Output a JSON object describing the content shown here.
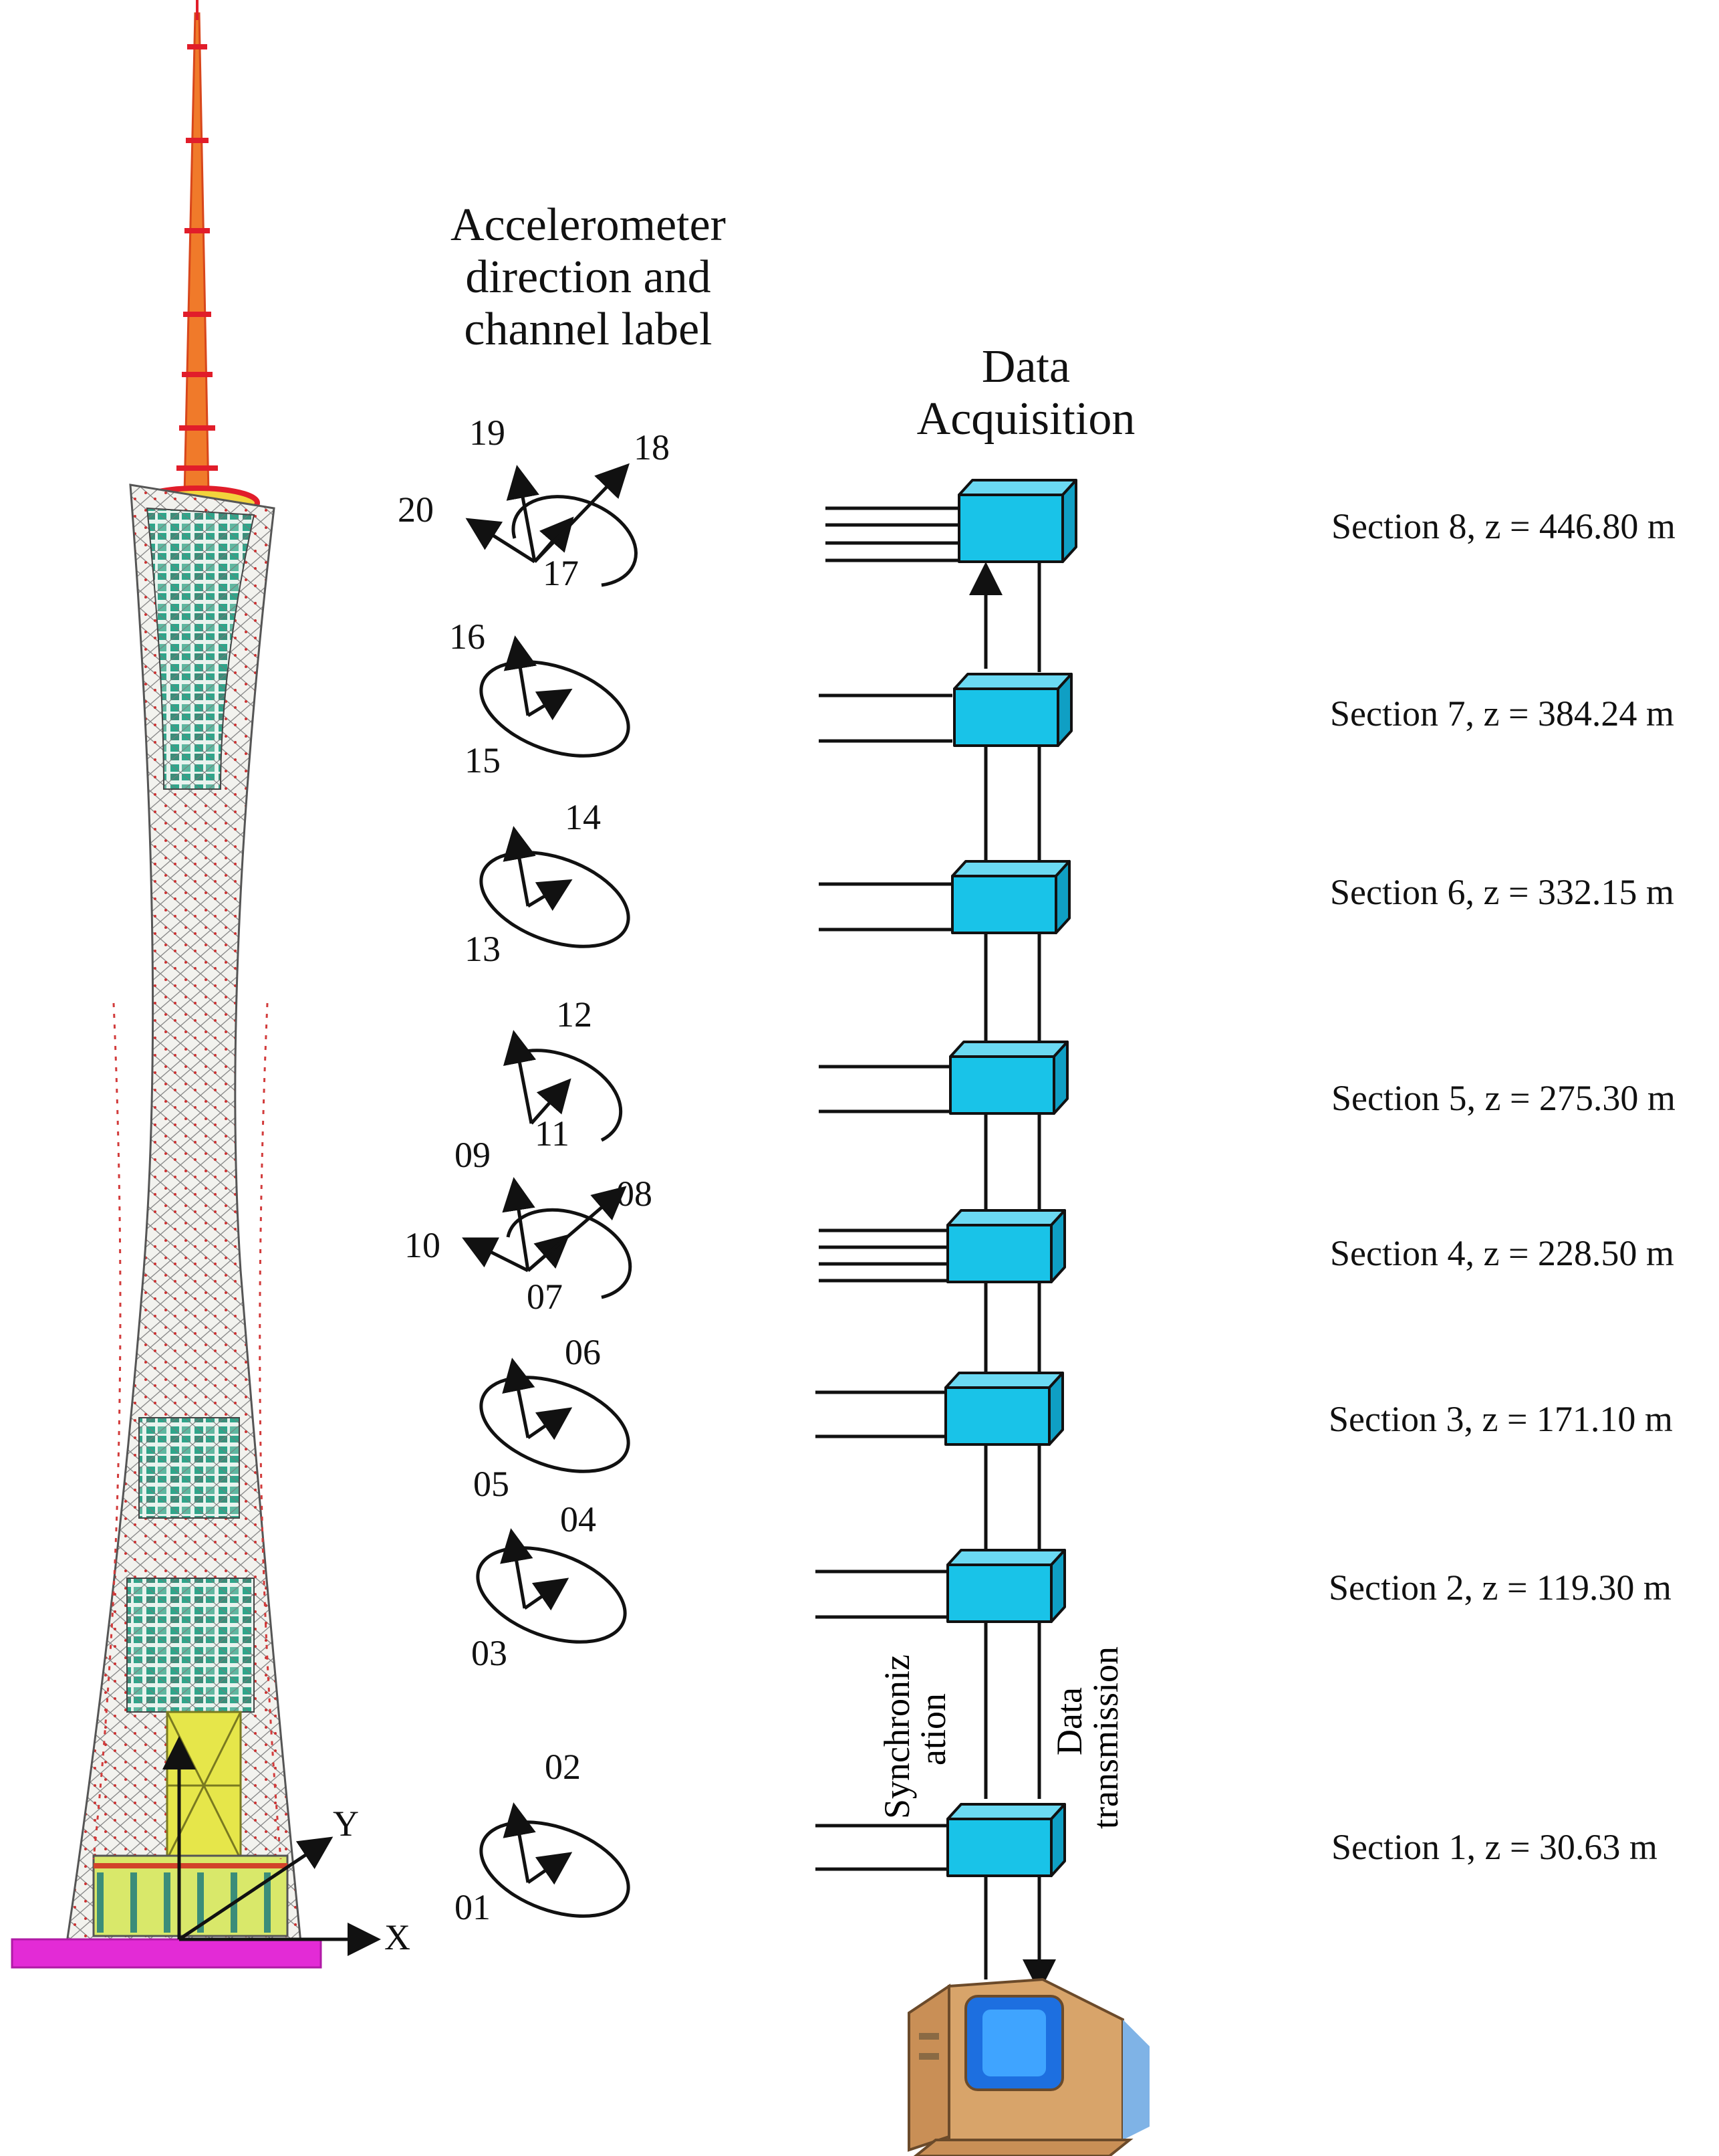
{
  "header": {
    "accelerometer_lines": [
      "Accelerometer",
      "direction and",
      "channel label"
    ],
    "data_acquisition_lines": [
      "Data",
      "Acquisition"
    ]
  },
  "axes": {
    "x_label": "X",
    "y_label": "Y"
  },
  "sections": [
    {
      "label": "Section 8, z = 446.80 m"
    },
    {
      "label": "Section 7, z = 384.24 m"
    },
    {
      "label": "Section 6, z = 332.15 m"
    },
    {
      "label": "Section 5, z = 275.30 m"
    },
    {
      "label": "Section 4, z = 228.50 m"
    },
    {
      "label": "Section 3, z = 171.10 m"
    },
    {
      "label": "Section 2, z = 119.30 m"
    },
    {
      "label": "Section 1, z = 30.63 m"
    }
  ],
  "channels": {
    "c01": "01",
    "c02": "02",
    "c03": "03",
    "c04": "04",
    "c05": "05",
    "c06": "06",
    "c07": "07",
    "c08": "08",
    "c09": "09",
    "c10": "10",
    "c11": "11",
    "c12": "12",
    "c13": "13",
    "c14": "14",
    "c15": "15",
    "c16": "16",
    "c17": "17",
    "c18": "18",
    "c19": "19",
    "c20": "20"
  },
  "bus": {
    "sync_lines": [
      "Synchroniz",
      "ation"
    ],
    "data_lines": [
      "Data",
      "transmission"
    ]
  },
  "colors": {
    "tower_green": "#2fa58a",
    "tower_yellow": "#e6e64a",
    "mast_orange": "#f07a2a",
    "mast_red": "#e11d2a",
    "base_magenta": "#e32bd6",
    "box_cyan": "#19c3e8",
    "monitor_tan": "#d8a46a"
  }
}
